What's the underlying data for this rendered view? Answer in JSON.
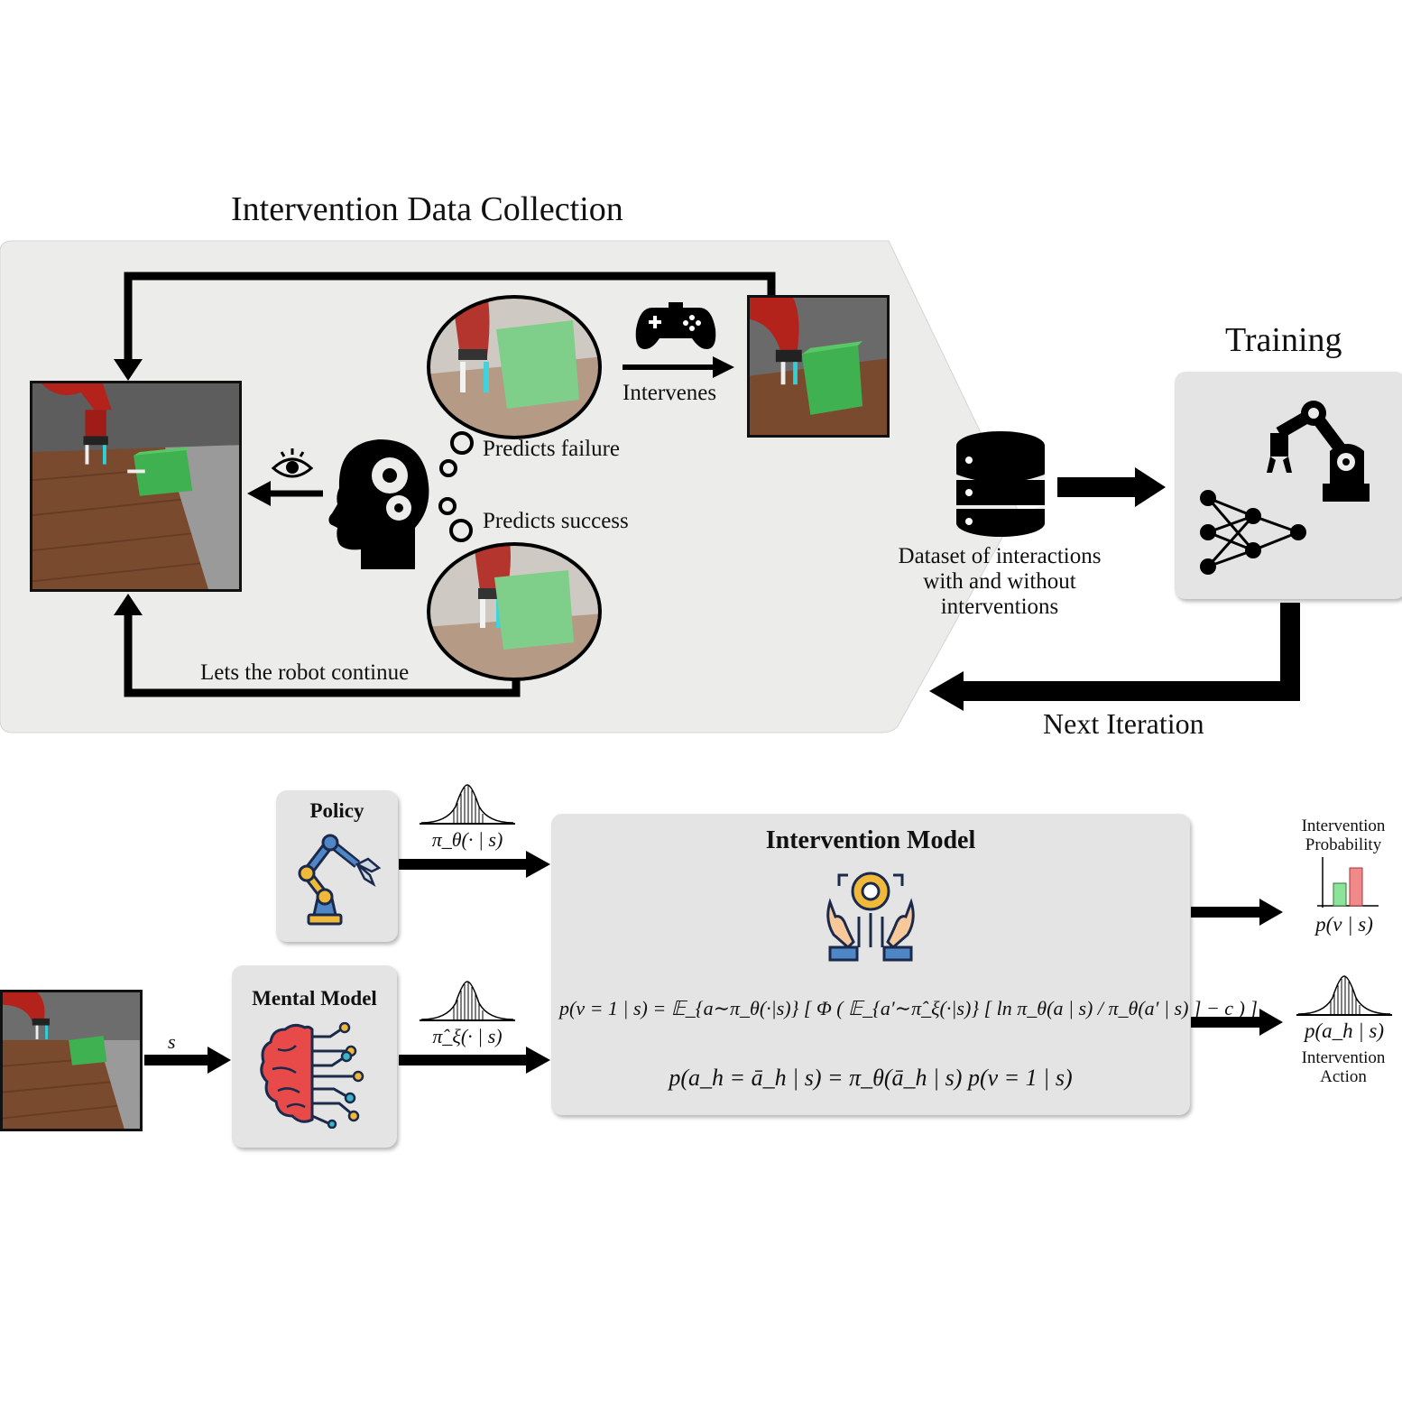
{
  "top": {
    "section_title": "Intervention Data Collection",
    "training_title": "Training",
    "intervenes_label": "Intervenes",
    "predicts_failure_label": "Predicts failure",
    "predicts_success_label": "Predicts success",
    "lets_continue_label": "Lets the robot continue",
    "dataset_label": [
      "Dataset of interactions",
      "with and without",
      "interventions"
    ],
    "next_iteration_label": "Next Iteration"
  },
  "bottom": {
    "policy_title": "Policy",
    "mental_model_title": "Mental Model",
    "intervention_model_title": "Intervention Model",
    "policy_dist_label": "π_θ(· | s)",
    "mental_dist_label": "π̂_ξ(· | s)",
    "state_label": "s",
    "equation_1": "p(ν = 1 | s) = 𝔼_{a∼π_θ(·|s)} [ Φ ( 𝔼_{a′∼π̂_ξ(·|s)} [ ln π_θ(a | s) / π_θ(a′ | s) ] − c ) ]",
    "equation_2": "p(a_h = ā_h | s) = π_θ(ā_h | s) p(ν = 1 | s)",
    "output_prob_title": [
      "Intervention",
      "Probability"
    ],
    "output_prob_label": "p(ν | s)",
    "output_action_label": "p(a_h | s)",
    "output_action_title": [
      "Intervention",
      "Action"
    ]
  },
  "icons": [
    "gamepad-icon",
    "eye-icon",
    "human-head-gears-icon",
    "database-icon",
    "robot-arm-icon",
    "neural-network-icon",
    "brain-circuit-icon",
    "hands-gear-icon",
    "bell-curve-icon",
    "bar-chart-icon"
  ],
  "colors": {
    "panel": "#ececea",
    "card": "#e4e4e4",
    "arrow": "#000000",
    "green_bar": "#8ee39a",
    "red_bar": "#f08a8a",
    "cube": "#3fb150",
    "robot": "#b3231c"
  }
}
